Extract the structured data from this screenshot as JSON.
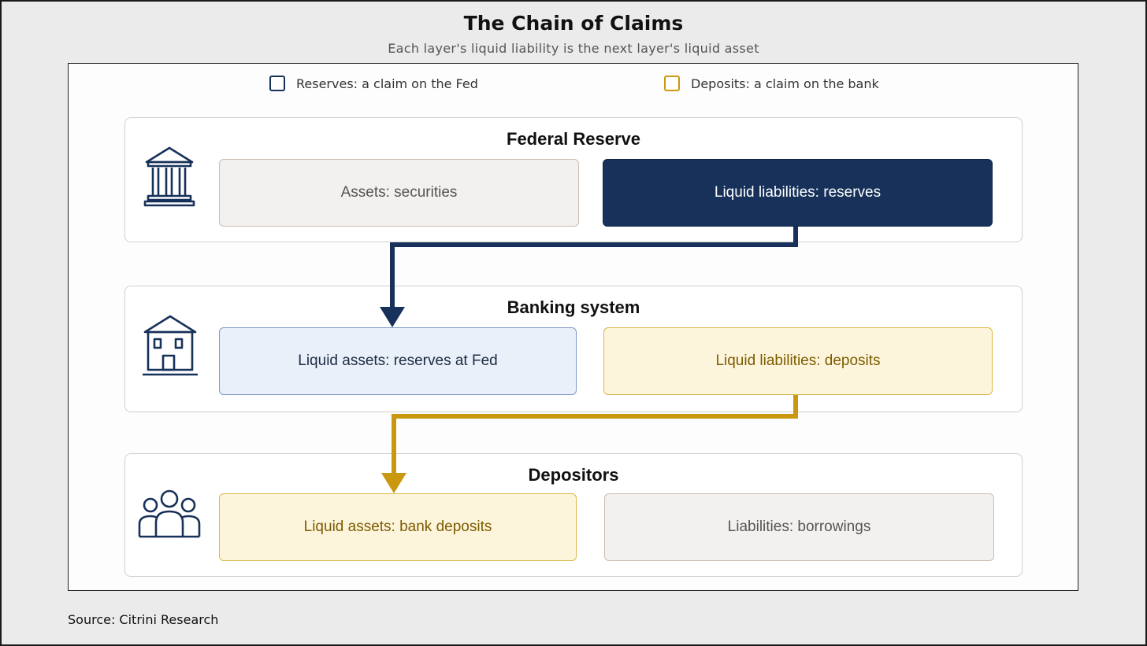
{
  "header": {
    "title": "The Chain of Claims",
    "subtitle": "Each layer's liquid liability is the next layer's liquid asset"
  },
  "legend": {
    "items": [
      {
        "label": "Reserves: a claim on the Fed",
        "color": "#17315a"
      },
      {
        "label": "Deposits: a claim on the bank",
        "color": "#c9980f"
      }
    ]
  },
  "layers": {
    "fed": {
      "title": "Federal Reserve",
      "icon": "government-building-icon",
      "left_box": "Assets: securities",
      "right_box": "Liquid liabilities: reserves"
    },
    "banks": {
      "title": "Banking system",
      "icon": "bank-building-icon",
      "left_box": "Liquid assets: reserves at Fed",
      "right_box": "Liquid liabilities: deposits"
    },
    "depositors": {
      "title": "Depositors",
      "icon": "people-group-icon",
      "left_box": "Liquid assets: bank deposits",
      "right_box": "Liabilities: borrowings"
    }
  },
  "colors": {
    "navy": "#17315a",
    "gold": "#c9980f",
    "neutral_fill": "#f3f1ef"
  },
  "footer": {
    "source": "Source: Citrini Research"
  }
}
